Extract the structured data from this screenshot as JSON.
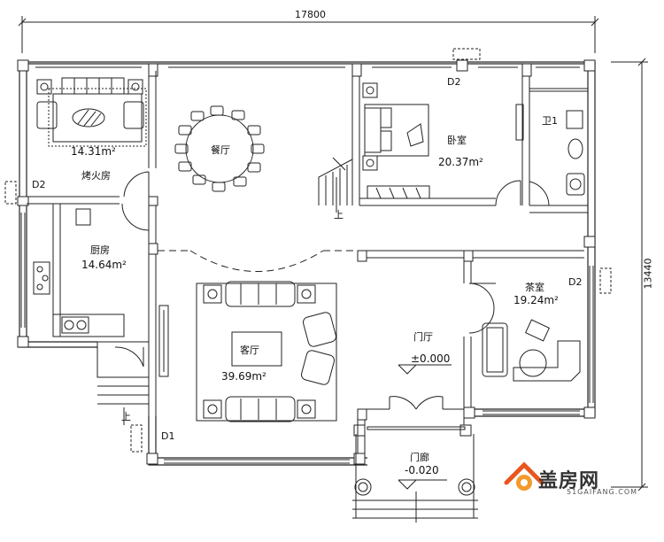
{
  "dimensions": {
    "width_label": "17800",
    "height_label": "13440"
  },
  "rooms": {
    "fireplace": {
      "name": "烤火房",
      "area": "14.31m²"
    },
    "dining": {
      "name": "餐厅"
    },
    "bedroom": {
      "name": "卧室",
      "area": "20.37m²"
    },
    "wc": {
      "name": "卫1"
    },
    "kitchen": {
      "name": "厨房",
      "area": "14.64m²"
    },
    "living": {
      "name": "客厅",
      "area": "39.69m²"
    },
    "foyer": {
      "name": "门厅",
      "level": "±0.000"
    },
    "tea": {
      "name": "茶室",
      "area": "19.24m²"
    },
    "porch": {
      "name": "门廊",
      "level": "-0.020"
    }
  },
  "labels": {
    "d2_top": "D2",
    "d2_left": "D2",
    "d2_right": "D2",
    "d1": "D1",
    "up_stair": "上",
    "up_kitchen": "上"
  },
  "logo": {
    "name": "盖房网",
    "url_text": "51GAIFANG.COM",
    "color": "#e8561e"
  }
}
